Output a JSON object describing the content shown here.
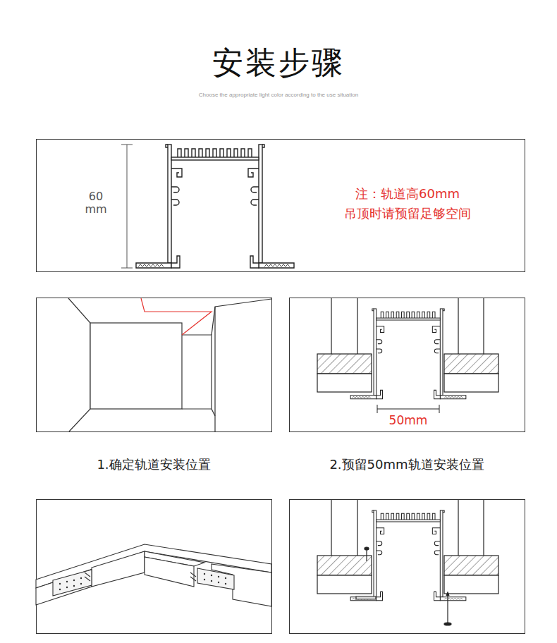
{
  "diagram": {
    "title": "安装步骤",
    "labels": [
      "Choose the appropriate light color according to the use situation",
      "60 mm",
      "注：轨道高60mm",
      "吊顶时请预留足够空间",
      "50mm",
      "1.确定轨道安装位置",
      "2.预留50mm轨道安装位置"
    ]
  }
}
